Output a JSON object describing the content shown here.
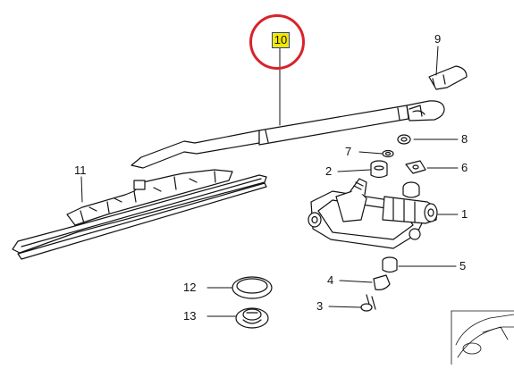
{
  "diagram": {
    "callouts": [
      {
        "id": "1",
        "text": "1"
      },
      {
        "id": "2",
        "text": "2"
      },
      {
        "id": "3",
        "text": "3"
      },
      {
        "id": "4",
        "text": "4"
      },
      {
        "id": "5",
        "text": "5"
      },
      {
        "id": "6",
        "text": "6"
      },
      {
        "id": "7",
        "text": "7"
      },
      {
        "id": "8",
        "text": "8"
      },
      {
        "id": "9",
        "text": "9"
      },
      {
        "id": "10",
        "text": "10"
      },
      {
        "id": "11",
        "text": "11"
      },
      {
        "id": "12",
        "text": "12"
      },
      {
        "id": "13",
        "text": "13"
      }
    ],
    "highlighted_part": "10",
    "colors": {
      "highlight_fill": "#f2e800",
      "highlight_border": "#2a3fa0",
      "ring": "#d8232a",
      "line": "#111111"
    }
  }
}
